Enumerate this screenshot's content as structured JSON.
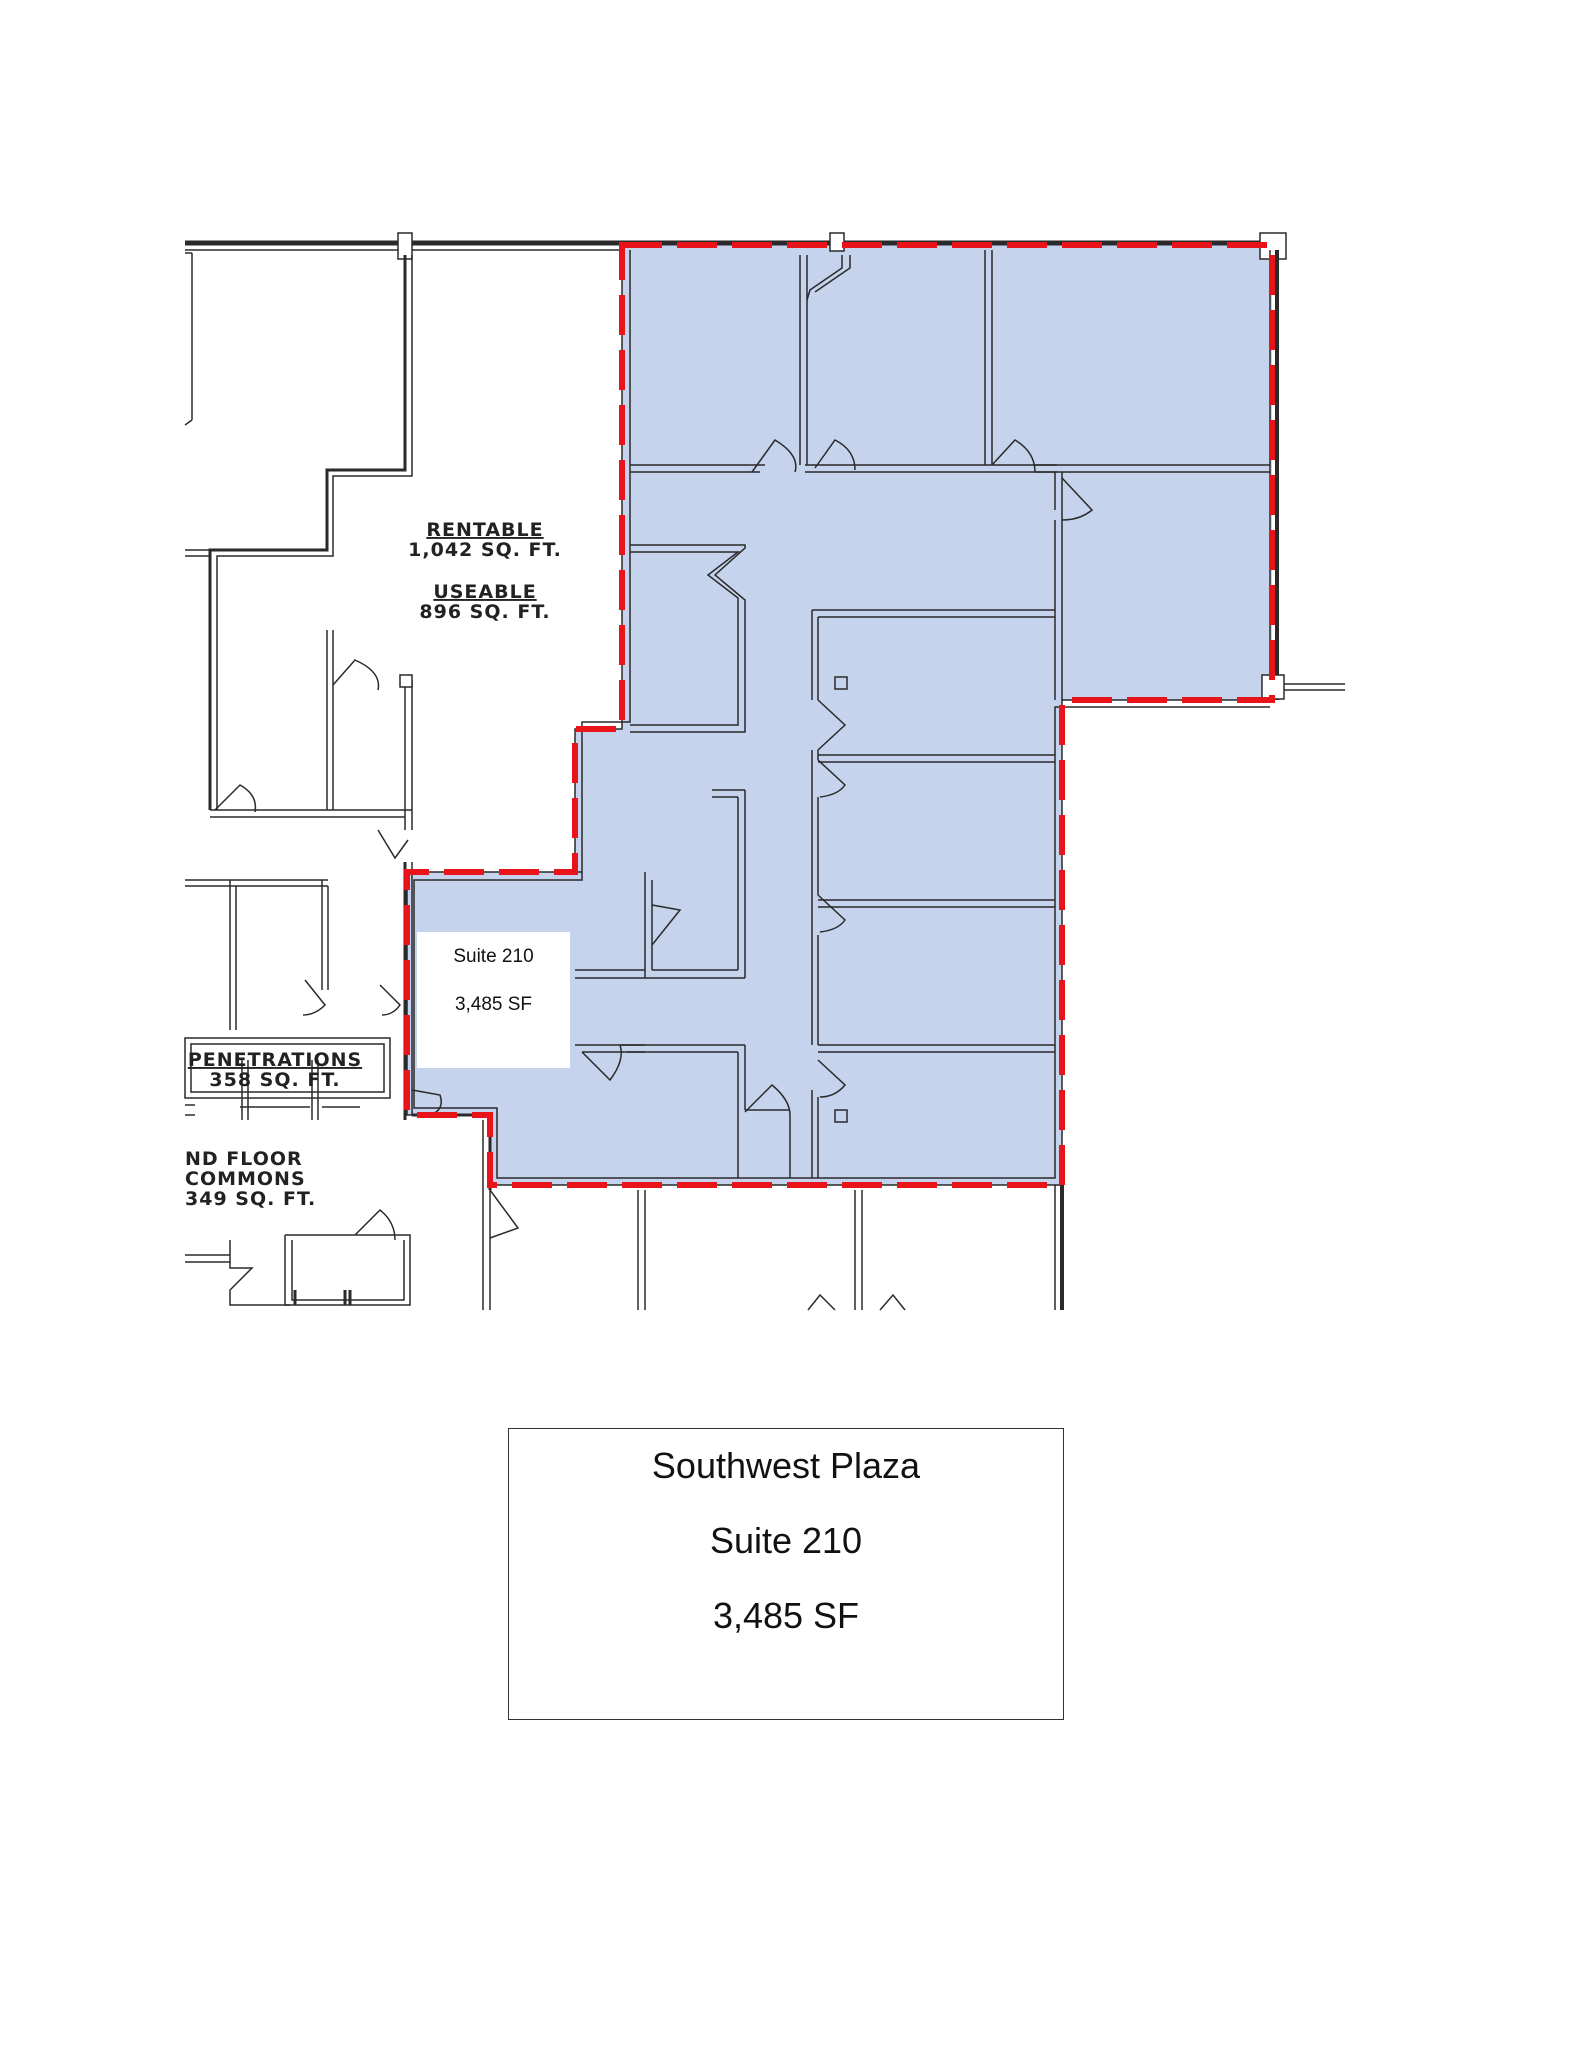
{
  "floorplan": {
    "rentable_label": "RENTABLE",
    "rentable_value": "1,042 SQ. FT.",
    "useable_label": "USEABLE",
    "useable_value": "896 SQ. FT.",
    "penetrations_label": "PENETRATIONS",
    "penetrations_value": "358 SQ. FT.",
    "commons_line1": "ND FLOOR",
    "commons_line2": "COMMONS",
    "commons_value": "349 SQ. FT.",
    "suite_overlay": {
      "name": "Suite 210",
      "area": "3,485 SF"
    },
    "colors": {
      "suite_fill": "#c5d3ec",
      "boundary": "#e8141a",
      "walls": "#2a2a2a"
    }
  },
  "info_box": {
    "property": "Southwest Plaza",
    "suite": "Suite 210",
    "area": "3,485 SF"
  }
}
